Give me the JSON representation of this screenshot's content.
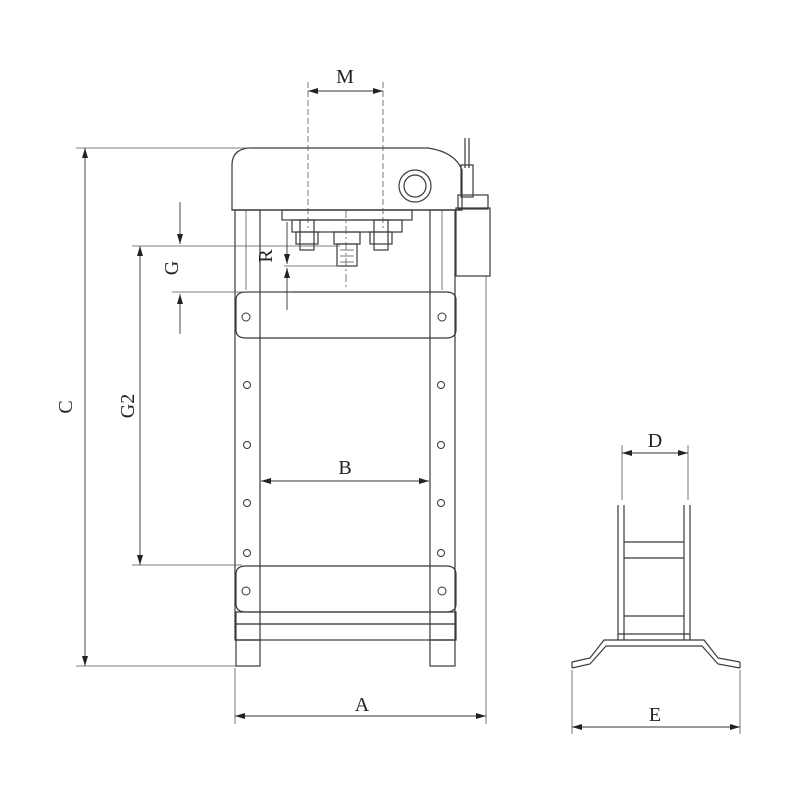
{
  "labels": {
    "M": "M",
    "C": "C",
    "G": "G",
    "R": "R",
    "G2": "G2",
    "B": "B",
    "A": "A",
    "D": "D",
    "E": "E"
  }
}
